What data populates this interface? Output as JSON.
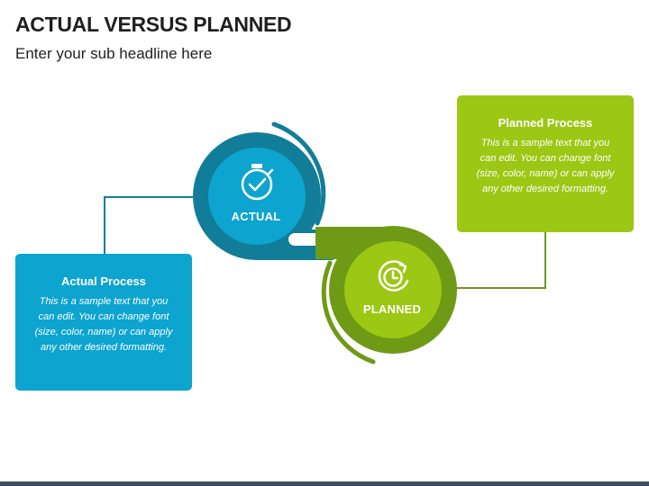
{
  "header": {
    "title": "ACTUAL VERSUS PLANNED",
    "subtitle": "Enter your sub headline here"
  },
  "actual": {
    "circle_label": "ACTUAL",
    "icon": "stopwatch-check-icon",
    "card_title": "Actual Process",
    "card_text": "This is a sample text that you can edit. You can change font (size, color, name) or can apply any other desired formatting.",
    "color": "#0da4cf",
    "ring_color": "#117d99"
  },
  "planned": {
    "circle_label": "PLANNED",
    "icon": "clock-refresh-icon",
    "card_title": "Planned Process",
    "card_text": "This is a sample text that you can edit. You can change font (size, color, name) or can apply any other desired formatting.",
    "color": "#9cc715",
    "ring_color": "#6f9a16"
  },
  "footer": {
    "color": "#3a4e5e"
  }
}
